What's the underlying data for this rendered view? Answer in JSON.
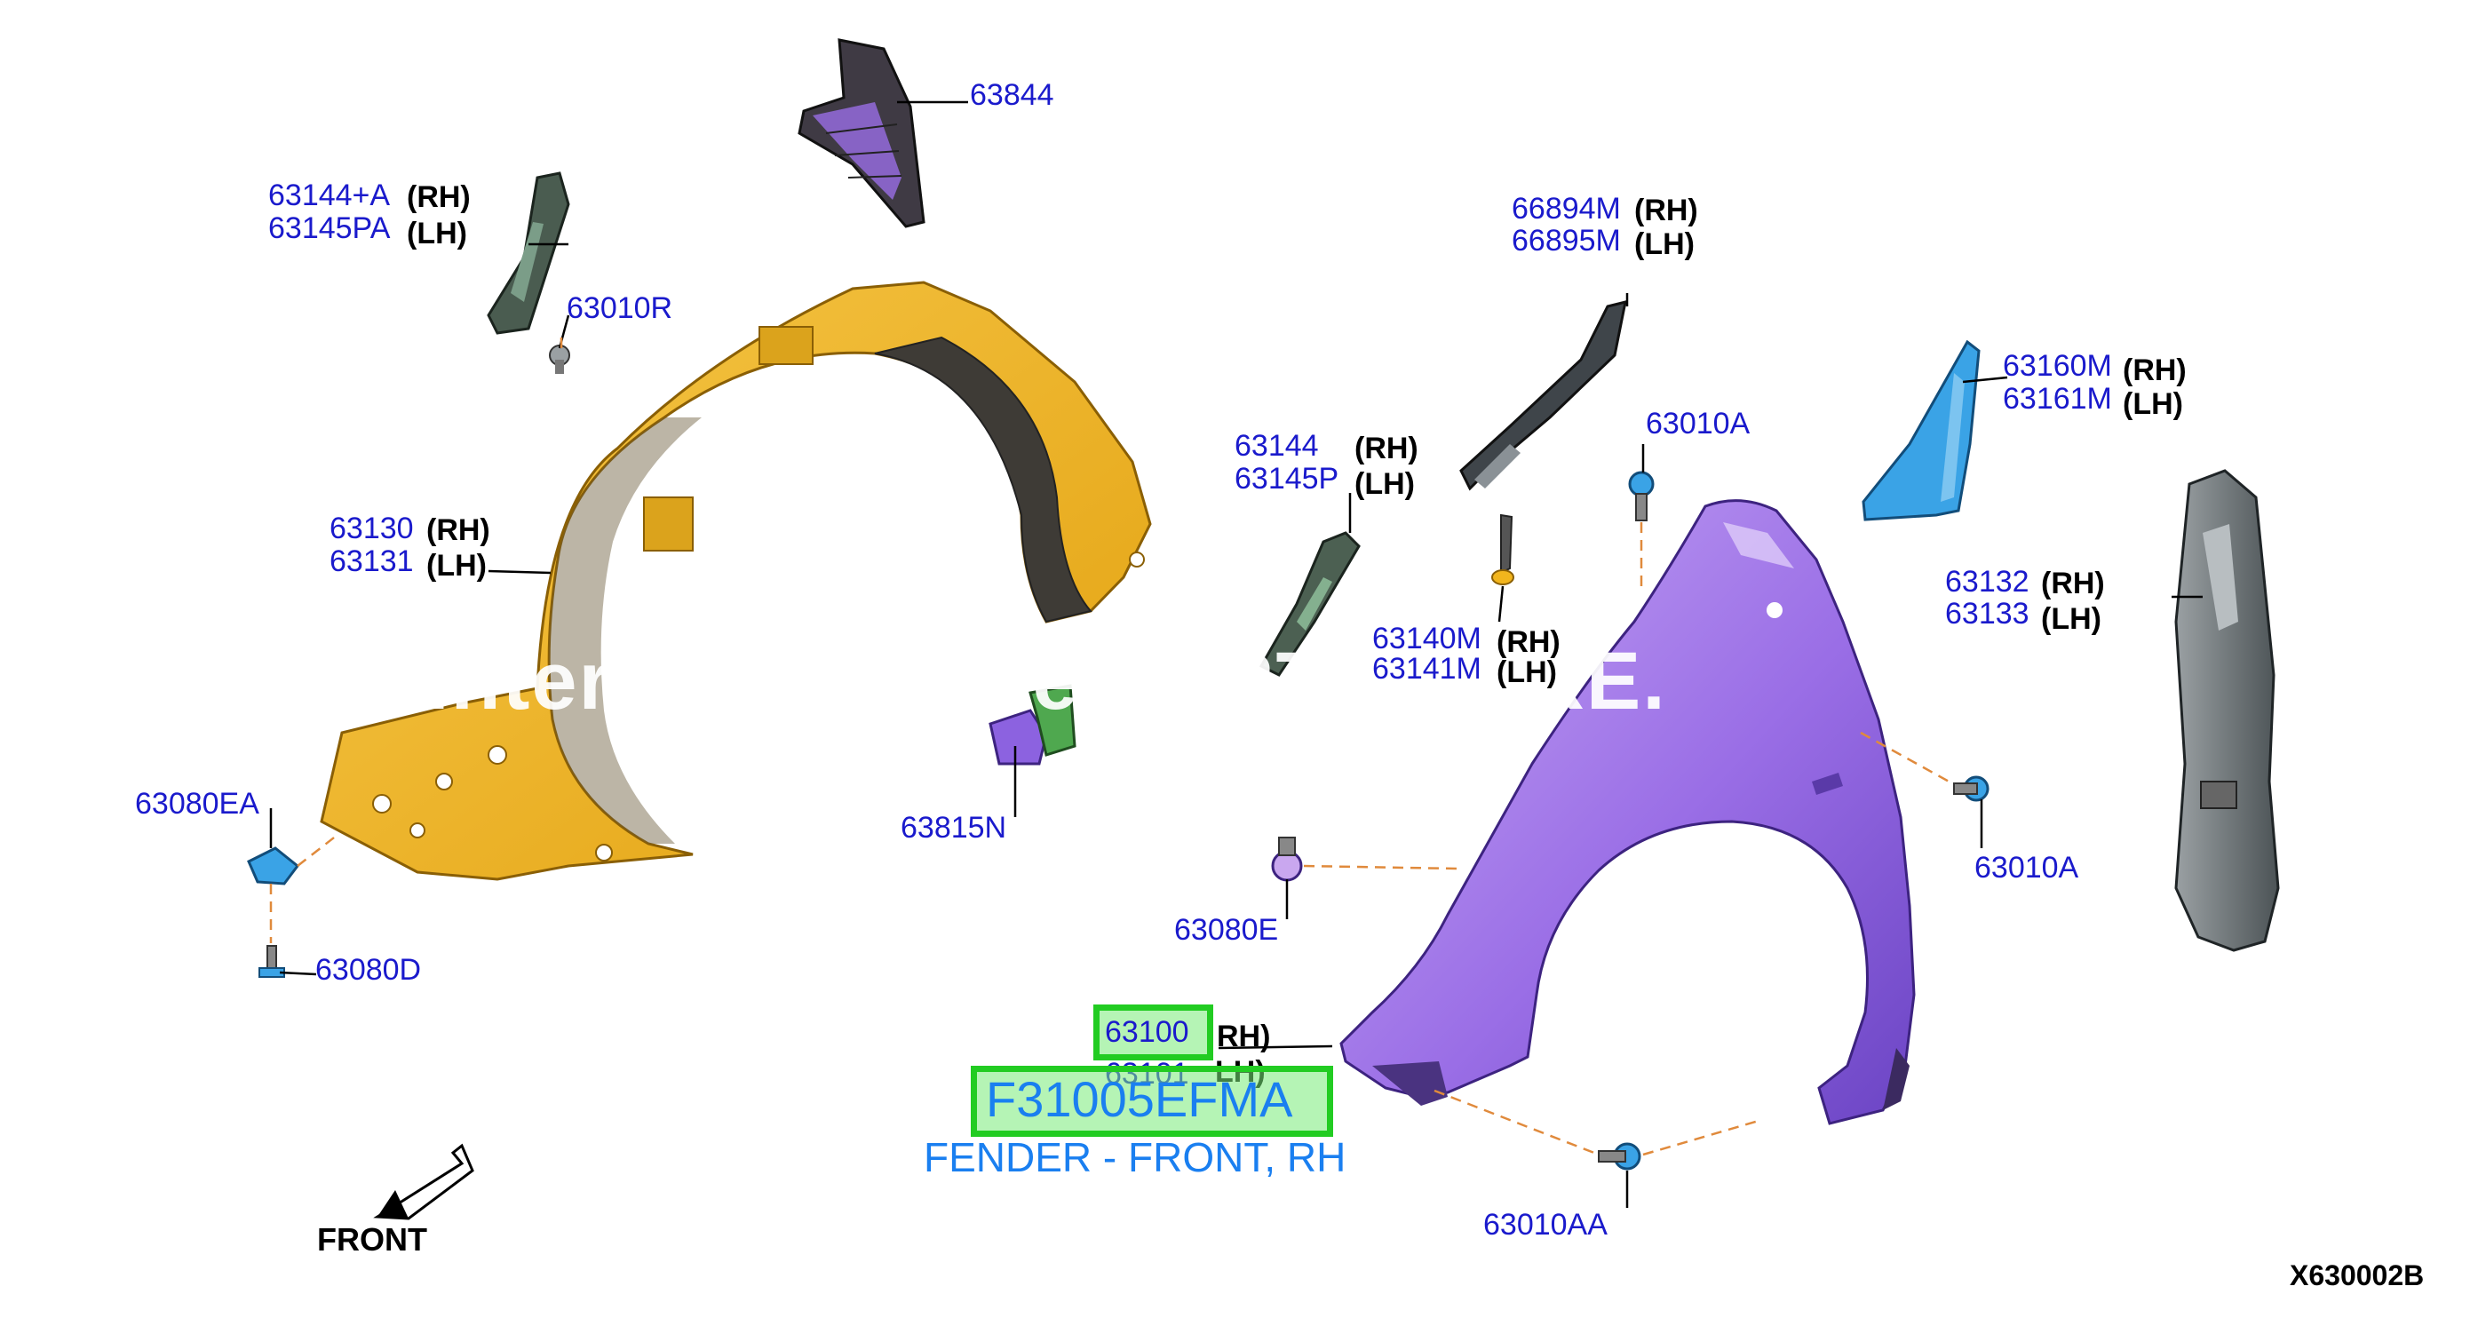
{
  "callouts": {
    "p63844": "63844",
    "p63144a": "63144+A",
    "p63145pa": "63145PA",
    "p63010r": "63010R",
    "p63130": "63130",
    "p63131": "63131",
    "p63080ea": "63080EA",
    "p63080d": "63080D",
    "p63815n": "63815N",
    "p66894m": "66894M",
    "p66895m": "66895M",
    "p63144": "63144",
    "p63145p": "63145P",
    "p63010a_top": "63010A",
    "p63160m": "63160M",
    "p63161m": "63161M",
    "p63140m": "63140M",
    "p63141m": "63141M",
    "p63132": "63132",
    "p63133": "63133",
    "p63010a_right": "63010A",
    "p63080e": "63080E",
    "p63101": "63101",
    "p63010aa": "63010AA"
  },
  "sides": {
    "rh": "(RH)",
    "lh": "(LH)",
    "rh_short": "RH)",
    "lh_short": "LH)"
  },
  "selection": {
    "part_number": "63100",
    "catalog_code": "F31005EFMA",
    "description": "FENDER - FRONT, RH"
  },
  "direction_label": "FRONT",
  "diagram_code": "X630002B",
  "watermark": "Interchangeable PARTS HERE.",
  "colors": {
    "callout_blue": "#1a1acc",
    "highlight_green": "#22cc22",
    "description_blue": "#1a7ff0",
    "liner_yellow": "#f2b51d",
    "fender_purple": "#9a6ee6",
    "cover_blue": "#3aa3e6"
  }
}
